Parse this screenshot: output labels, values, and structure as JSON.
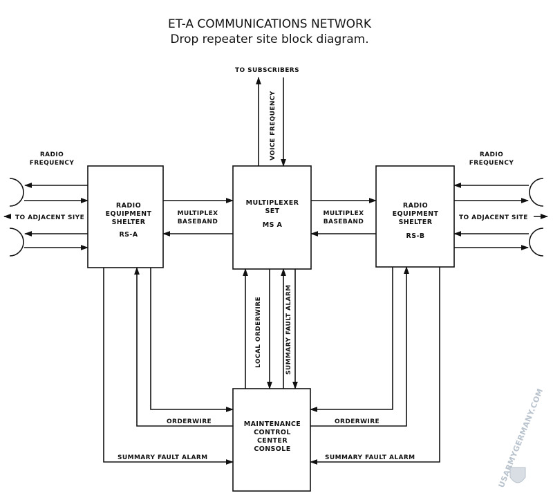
{
  "header": {
    "title": "ET-A COMMUNICATIONS NETWORK",
    "subtitle": "Drop repeater site block diagram."
  },
  "boxes": {
    "rs_a": {
      "line1": "RADIO",
      "line2": "EQUIPMENT",
      "line3": "SHELTER",
      "line4": "RS-A"
    },
    "ms_a": {
      "line1": "MULTIPLEXER",
      "line2": "SET",
      "line3": "MS A"
    },
    "rs_b": {
      "line1": "RADIO",
      "line2": "EQUIPMENT",
      "line3": "SHELTER",
      "line4": "RS-B"
    },
    "mccc": {
      "line1": "MAINTENANCE",
      "line2": "CONTROL",
      "line3": "CENTER",
      "line4": "CONSOLE"
    }
  },
  "labels": {
    "to_subscribers": "TO SUBSCRIBERS",
    "voice_frequency": "VOICE FREQUENCY",
    "radio_frequency_left_1": "RADIO",
    "radio_frequency_left_2": "FREQUENCY",
    "radio_frequency_right_1": "RADIO",
    "radio_frequency_right_2": "FREQUENCY",
    "to_adjacent_site_left": "TO ADJACENT SIYE",
    "to_adjacent_site_right": "TO ADJACENT SITE",
    "multiplex_left_1": "MULTIPLEX",
    "multiplex_left_2": "BASEBAND",
    "multiplex_right_1": "MULTIPLEX",
    "multiplex_right_2": "BASEBAND",
    "local_orderwire": "LOCAL ORDERWIRE",
    "summary_fault_alarm_vertical": "SUMMARY FAULT ALARM",
    "orderwire_left": "ORDERWIRE",
    "orderwire_right": "ORDERWIRE",
    "summary_fault_alarm_left": "SUMMARY FAULT ALARM",
    "summary_fault_alarm_right": "SUMMARY FAULT ALARM"
  },
  "watermark": {
    "text": "USARMYGERMANY.COM"
  }
}
